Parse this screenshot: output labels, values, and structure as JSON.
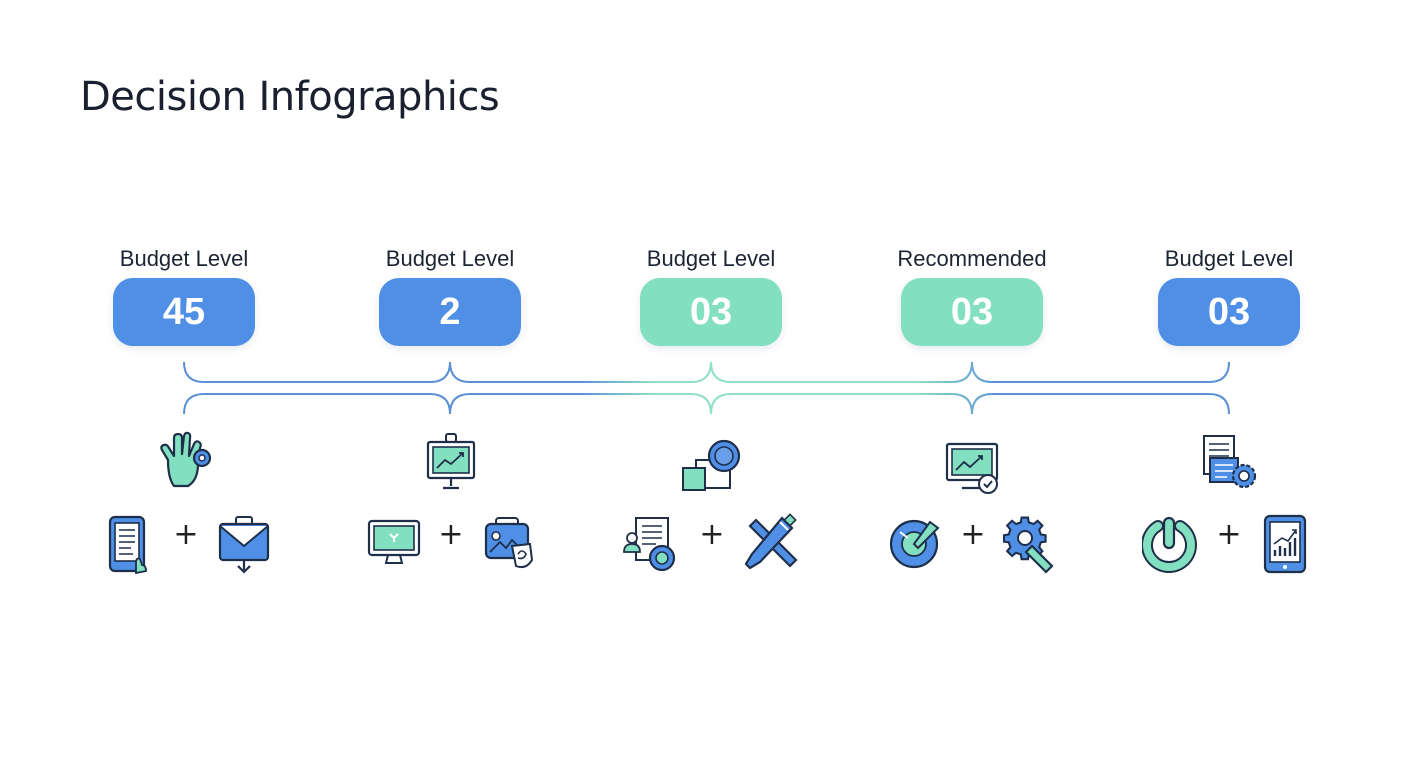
{
  "title": "Decision Infographics",
  "colors": {
    "blue": "#4f8fe6",
    "green": "#82dfbf",
    "line_blue": "#5b8fd6",
    "line_green": "#8fe0c4",
    "stroke": "#1f2f4a"
  },
  "steps": [
    {
      "label": "Budget Level",
      "value": "45",
      "accent": "blue",
      "top_icon": "hand-gesture-icon",
      "left_icon": "tablet-document-icon",
      "right_icon": "mail-inbox-icon"
    },
    {
      "label": "Budget Level",
      "value": "2",
      "accent": "blue",
      "top_icon": "presentation-board-icon",
      "left_icon": "monitor-icon",
      "right_icon": "image-gallery-icon"
    },
    {
      "label": "Budget Level",
      "value": "03",
      "accent": "green",
      "top_icon": "shapes-icon",
      "left_icon": "profile-document-icon",
      "right_icon": "tools-icon"
    },
    {
      "label": "Recommended",
      "value": "03",
      "accent": "green",
      "top_icon": "monitor-check-icon",
      "left_icon": "target-pin-icon",
      "right_icon": "gear-wrench-icon"
    },
    {
      "label": "Budget Level",
      "value": "03",
      "accent": "blue",
      "top_icon": "document-settings-icon",
      "left_icon": "power-icon",
      "right_icon": "tablet-chart-icon"
    }
  ],
  "plus_sign": "+"
}
